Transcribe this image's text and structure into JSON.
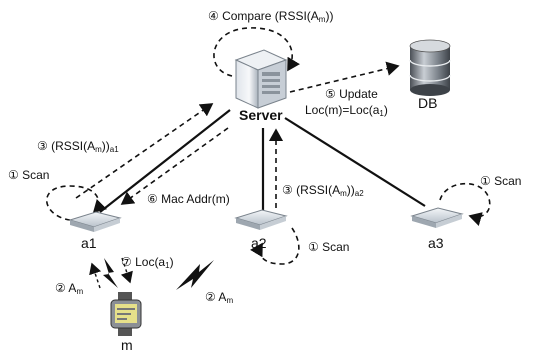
{
  "nodes": {
    "server": "Server",
    "db": "DB",
    "a1": "a1",
    "a2": "a2",
    "a3": "a3",
    "m": "m"
  },
  "steps": {
    "compare": "④ Compare (RSSI(A",
    "compare_sub": "m",
    "compare_end": "))",
    "update": "⑤ Update",
    "update_loc": "Loc(m)=Loc(a",
    "update_loc_sub": "1",
    "update_loc_end": ")",
    "rssi_a1": "③ (RSSI(A",
    "rssi_a1_sub1": "m",
    "rssi_a1_mid": "))",
    "rssi_a1_sub2": "a1",
    "rssi_a2": "③ (RSSI(A",
    "rssi_a2_sub1": "m",
    "rssi_a2_mid": "))",
    "rssi_a2_sub2": "a2",
    "mac": "⑥ Mac Addr(m)",
    "scan_a1": "① Scan",
    "scan_a2": "① Scan",
    "scan_a3": "① Scan",
    "loc": "⑦ Loc(a",
    "loc_sub": "1",
    "loc_end": ")",
    "am_1": "② A",
    "am_1_sub": "m",
    "am_2": "② A",
    "am_2_sub": "m"
  },
  "icons": {
    "server": "server-icon",
    "db": "database-icon",
    "ap": "access-point-icon",
    "watch": "smartwatch-icon",
    "signal": "lightning-signal-icon"
  }
}
